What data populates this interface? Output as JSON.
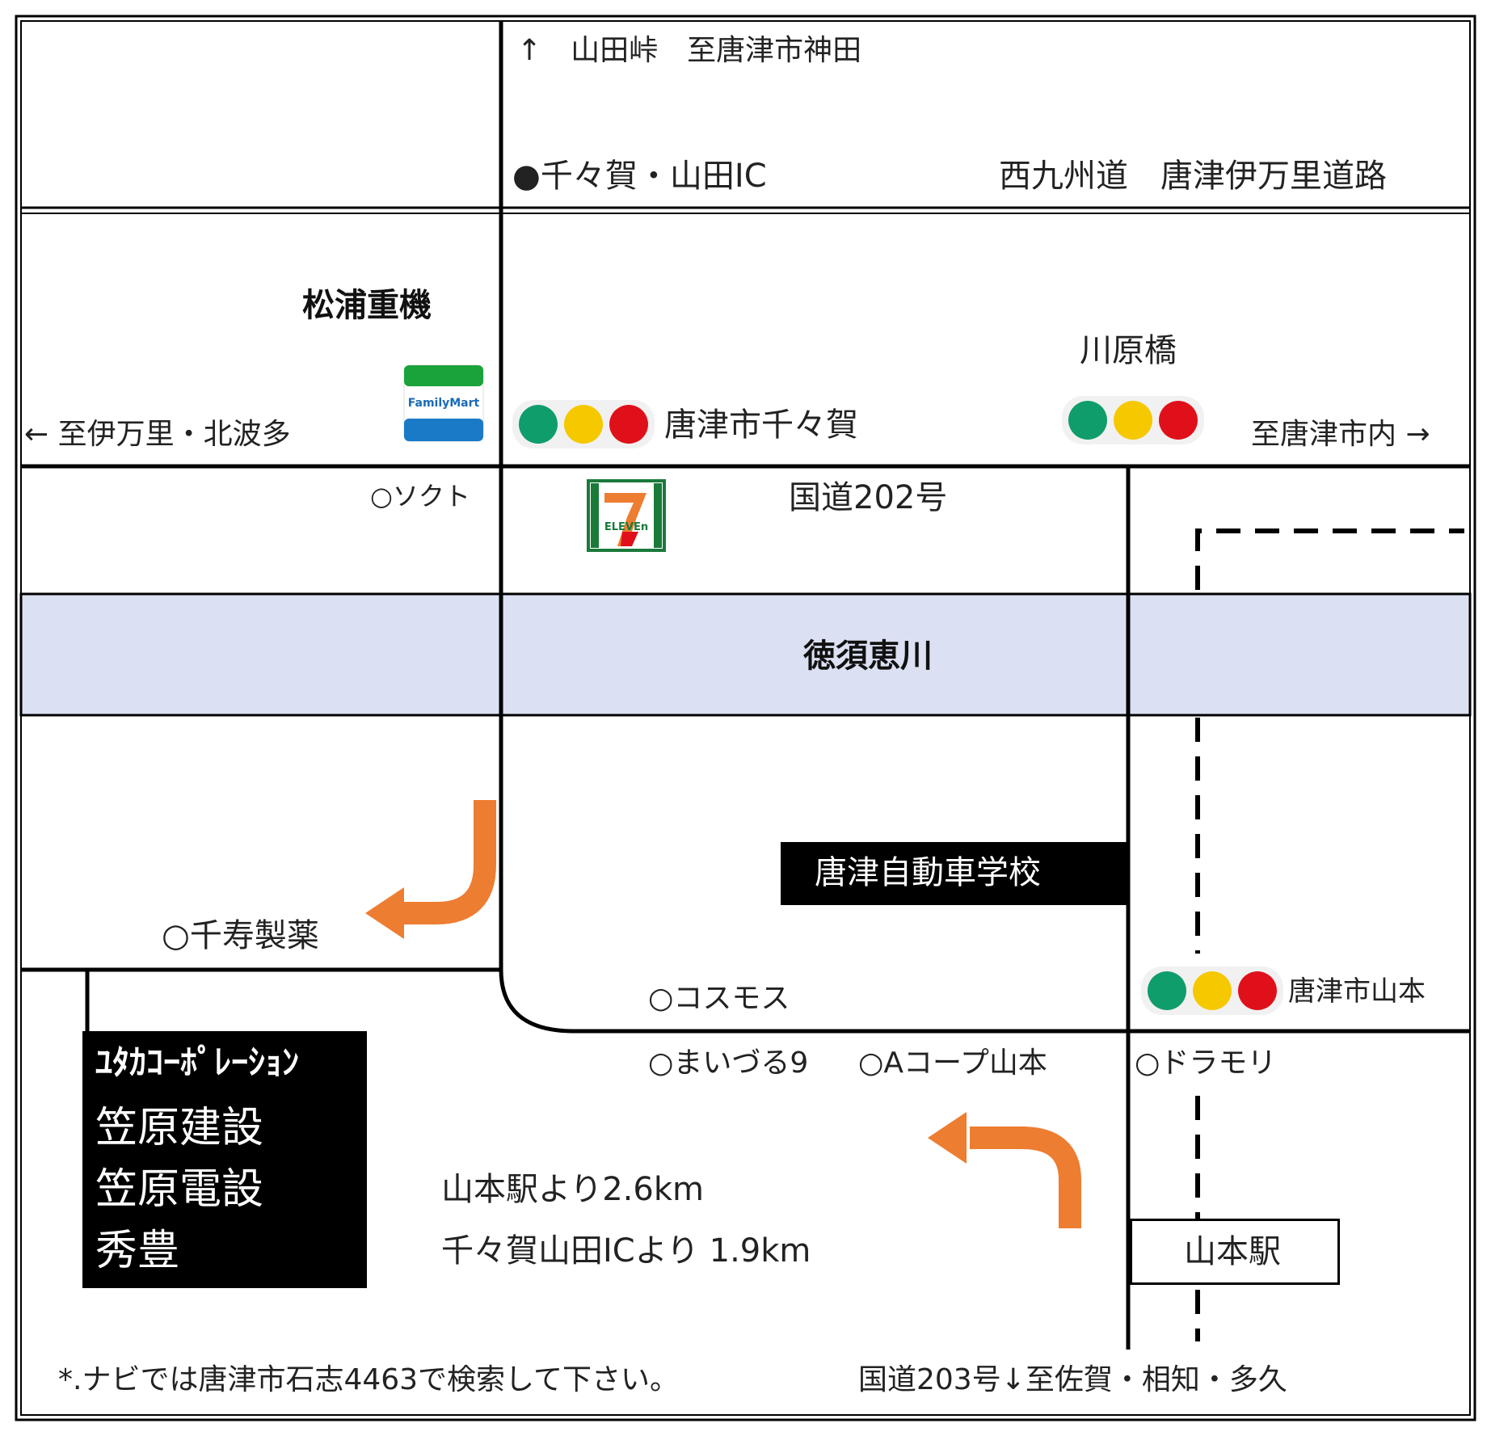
{
  "colors": {
    "river": "#dbe1f2",
    "arrow": "#ed7d31",
    "signal_green": "#0f9d6b",
    "signal_yellow": "#f5c800",
    "signal_red": "#e0101a"
  },
  "top": {
    "north_label": "↑　山田峠　至唐津市神田",
    "ic_label": "●千々賀・山田IC",
    "expressway_label": "西九州道　唐津伊万里道路"
  },
  "labels": {
    "matsuura": "松浦重機",
    "kawaharabashi": "川原橋",
    "west": "← 至伊万里・北波多",
    "chiga_signal": "唐津市千々賀",
    "east": "至唐津市内 →",
    "sokuto": "○ソクト",
    "route202": "国道202号",
    "river": "徳須恵川",
    "driving_school": "唐津自動車学校",
    "senju": "○千寿製薬",
    "yamamoto_signal": "唐津市山本",
    "cosmos": "○コスモス",
    "maizuru": "○まいづる9",
    "acoop": "○Aコープ山本",
    "doramori": "○ドラモリ",
    "dist1": "山本駅より2.6km",
    "dist2": "千々賀山田ICより 1.9km",
    "station": "山本駅",
    "note": "*.ナビでは唐津市石志4463で検索して下さい。",
    "route203": "国道203号↓至佐賀・相知・多久"
  },
  "company_box": [
    "ﾕﾀｶｺｰﾎﾟﾚｰｼｮﾝ",
    "笠原建設",
    "笠原電設",
    "秀豊"
  ],
  "logos": {
    "familymart": "FamilyMart",
    "seven_eleven": "ELEVEn"
  },
  "icons": [
    "traffic-light-icon",
    "familymart-logo-icon",
    "seven-eleven-logo-icon",
    "turn-arrow-icon"
  ]
}
